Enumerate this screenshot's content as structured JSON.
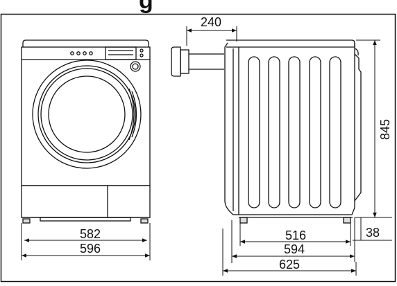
{
  "title_fragment": "g",
  "dimensions": {
    "hose_depth": "240",
    "height": "845",
    "foot_height": "38",
    "front_width": "582",
    "overall_width": "596",
    "side_depth_feet": "516",
    "side_depth_body": "594",
    "side_depth_total": "625"
  }
}
